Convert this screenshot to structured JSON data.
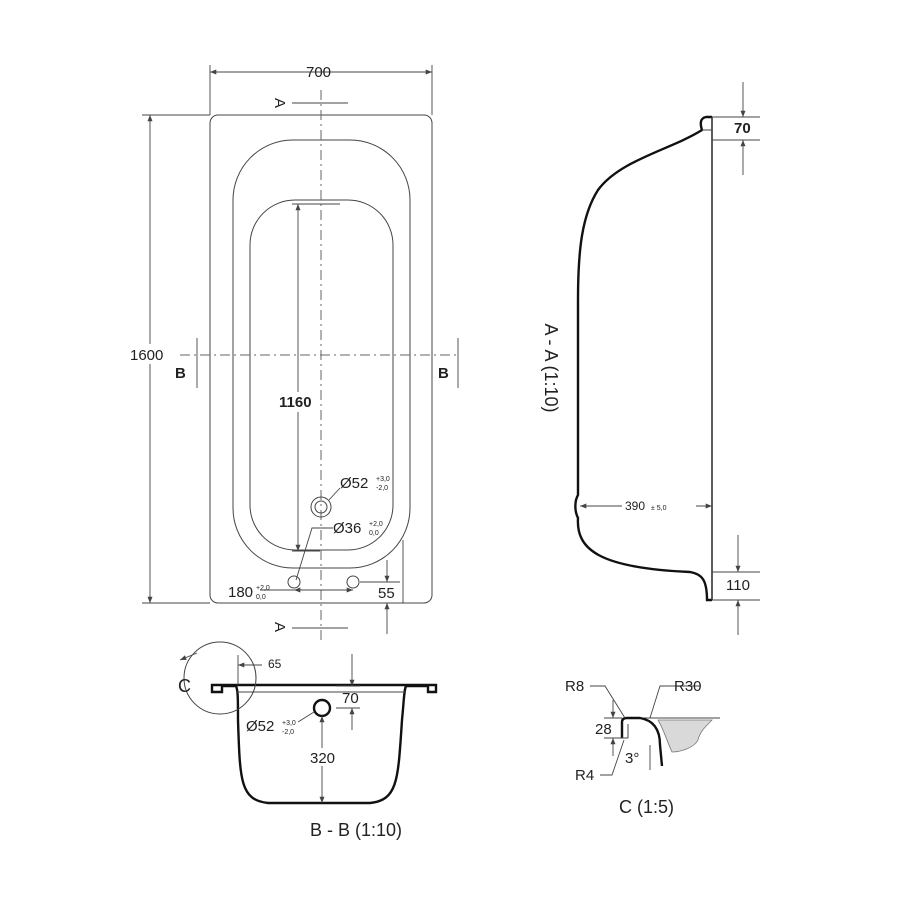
{
  "plan_view": {
    "width": "700",
    "length": "1600",
    "inner_length": "1160",
    "drain_dia": "Ø52",
    "drain_tol_plus": "+3,0",
    "drain_tol_minus": "-2,0",
    "overflow_dia": "Ø36",
    "overflow_tol_plus": "+2,0",
    "overflow_tol_minus": "0,0",
    "handle_spacing": "180",
    "handle_tol_plus": "+2,0",
    "handle_tol_minus": "0,0",
    "handle_offset": "55",
    "section_a_top": "A",
    "section_a_bottom": "A",
    "section_b_left": "B",
    "section_b_right": "B"
  },
  "section_aa": {
    "title": "A - A (1:10)",
    "rim_height_top": "70",
    "depth": "390",
    "depth_tol": "± 5,0",
    "rim_height_bottom": "110"
  },
  "section_bb": {
    "title": "B - B (1:10)",
    "detail_marker": "C",
    "rim_width": "65",
    "rim_height": "70",
    "hole_dia": "Ø52",
    "hole_tol_plus": "+3,0",
    "hole_tol_minus": "-2,0",
    "hole_height": "320"
  },
  "detail_c": {
    "title": "C (1:5)",
    "radius_outer_top": "R8",
    "radius_top": "R30",
    "thickness": "28",
    "radius_bottom": "R4",
    "angle": "3°"
  }
}
